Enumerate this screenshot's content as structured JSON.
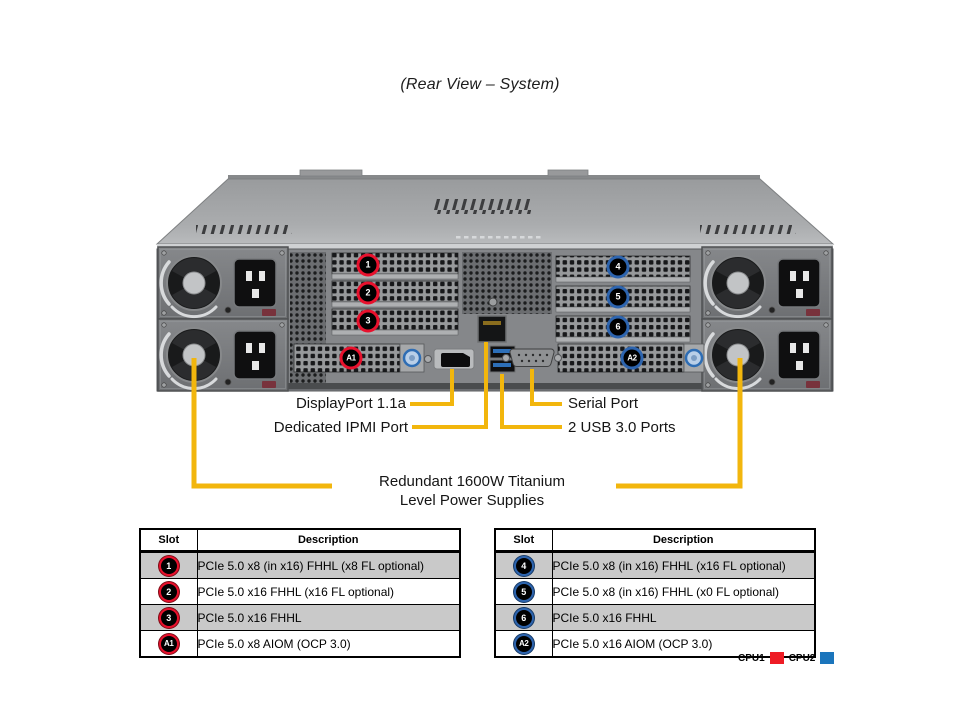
{
  "title": "(Rear View – System)",
  "callouts": {
    "displayport": "DisplayPort 1.1a",
    "ipmi": "Dedicated IPMI  Port",
    "serial": "Serial Port",
    "usb": "2 USB 3.0 Ports",
    "psu_line1": "Redundant  1600W Titanium",
    "psu_line2": "Level Power Supplies"
  },
  "tables": [
    {
      "group": "CPU1",
      "accent_color": "#e8112d",
      "headers": {
        "slot": "Slot",
        "desc": "Description"
      },
      "rows": [
        {
          "slot": "1",
          "desc": "PCIe 5.0 x8 (in x16) FHHL (x8 FL optional)"
        },
        {
          "slot": "2",
          "desc": "PCIe 5.0 x16 FHHL (x16 FL optional)"
        },
        {
          "slot": "3",
          "desc": "PCIe 5.0 x16 FHHL"
        },
        {
          "slot": "A1",
          "desc": "PCIe 5.0 x8 AIOM (OCP 3.0)"
        }
      ]
    },
    {
      "group": "CPU2",
      "accent_color": "#2d64ae",
      "headers": {
        "slot": "Slot",
        "desc": "Description"
      },
      "rows": [
        {
          "slot": "4",
          "desc": "PCIe 5.0 x8 (in x16) FHHL (x16 FL optional)"
        },
        {
          "slot": "5",
          "desc": "PCIe 5.0 x8 (in x16) FHHL (x0 FL optional)"
        },
        {
          "slot": "6",
          "desc": "PCIe 5.0 x16 FHHL"
        },
        {
          "slot": "A2",
          "desc": "PCIe 5.0 x16 AIOM (OCP 3.0)"
        }
      ]
    }
  ],
  "legend": [
    {
      "label": "CPU1",
      "color": "#ee1c25"
    },
    {
      "label": "CPU2",
      "color": "#1b75bc"
    }
  ],
  "colors": {
    "callout_yellow": "#f2b60d"
  }
}
